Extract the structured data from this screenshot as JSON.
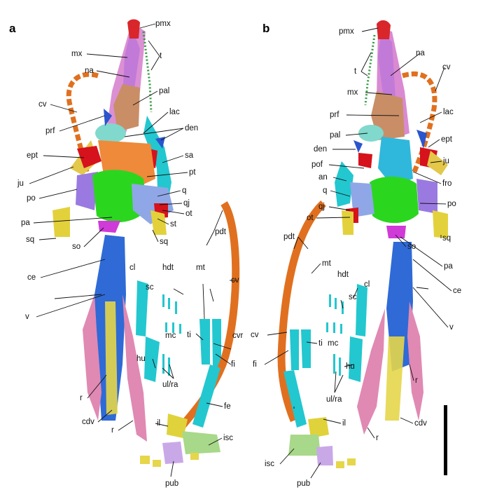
{
  "panels": {
    "a": "a",
    "b": "b"
  },
  "labels": {
    "pmx": "pmx",
    "t": "t",
    "mx": "mx",
    "na": "na",
    "pal": "pal",
    "cv": "cv",
    "lac": "lac",
    "prf": "prf",
    "den": "den",
    "sa": "sa",
    "ept": "ept",
    "pt": "pt",
    "ju": "ju",
    "po": "po",
    "q": "q",
    "qj": "qj",
    "ot": "ot",
    "pa": "pa",
    "sq": "sq",
    "st": "st",
    "pdt": "pdt",
    "so": "so",
    "ce": "ce",
    "cl": "cl",
    "hdt": "hdt",
    "mt": "mt",
    "sc": "sc",
    "v": "v",
    "mc": "mc",
    "ti": "ti",
    "cvr": "cvr",
    "fi": "fi",
    "hu": "hu",
    "ul_ra": "ul/ra",
    "fe": "fe",
    "r": "r",
    "cdv": "cdv",
    "il": "il",
    "isc": "isc",
    "pub": "pub",
    "pof": "pof",
    "an": "an",
    "fro": "fro"
  },
  "colors": {
    "premaxilla": "#d9262b",
    "maxilla": "#d98ad2",
    "nasal": "#c27ad8",
    "teeth": "#2e9a3c",
    "palatine": "#c98e66",
    "cervical_ribs": "#e0701f",
    "dentary": "#80d9cc",
    "prefrontal": "#b88a6a",
    "lacrimal": "#2a55cc",
    "ectopterygoid": "#d6121c",
    "pterygoid": "#ee8a3a",
    "jugal": "#e3c84a",
    "postorbital": "#9a7ae0",
    "parietal": "#2bd61f",
    "squamosal": "#e3d13c",
    "supraoccipital": "#cf3ad8",
    "quadrate": "#8fa7e6",
    "vertebrae": "#2f6ad6",
    "ribs": "#e089b3",
    "caudal_vertebrae": "#e6d64a",
    "limb_bones": "#23c7cf",
    "ilium": "#e0d23a",
    "ischium": "#a8d88a",
    "pubis": "#c9a8e8",
    "frontal": "#2fb8dc",
    "scale_bar": "#000000"
  }
}
